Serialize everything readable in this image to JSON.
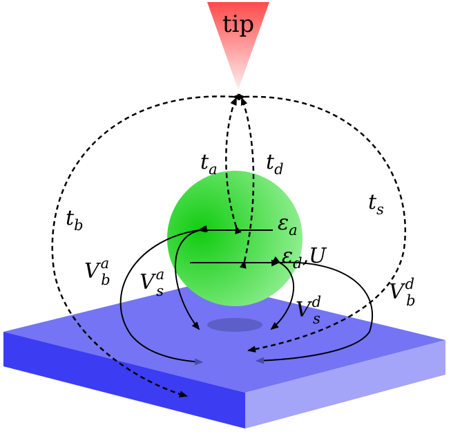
{
  "tip": {
    "label": "tip"
  },
  "levels": {
    "epsilon_a": {
      "main": "ε",
      "sub": "a"
    },
    "epsilon_d": {
      "main": "ε",
      "sub": "d",
      "suffix": ",U"
    }
  },
  "hoppings": {
    "t_a": {
      "main": "t",
      "sub": "a"
    },
    "t_d": {
      "main": "t",
      "sub": "d"
    },
    "t_b": {
      "main": "t",
      "sub": "b"
    },
    "t_s": {
      "main": "t",
      "sub": "s"
    },
    "V_b_a": {
      "main": "V",
      "sub": "b",
      "sup": "a"
    },
    "V_s_a": {
      "main": "V",
      "sub": "s",
      "sup": "a"
    },
    "V_s_d": {
      "main": "V",
      "sub": "s",
      "sup": "d"
    },
    "V_b_d": {
      "main": "V",
      "sub": "b",
      "sup": "d"
    }
  },
  "colors": {
    "tip_red": "#ff4d4d",
    "sphere_green": "#22cc22",
    "slab_top": "#6e6ef5",
    "slab_front": "#4040f0",
    "slab_side": "#a0a0f8"
  }
}
